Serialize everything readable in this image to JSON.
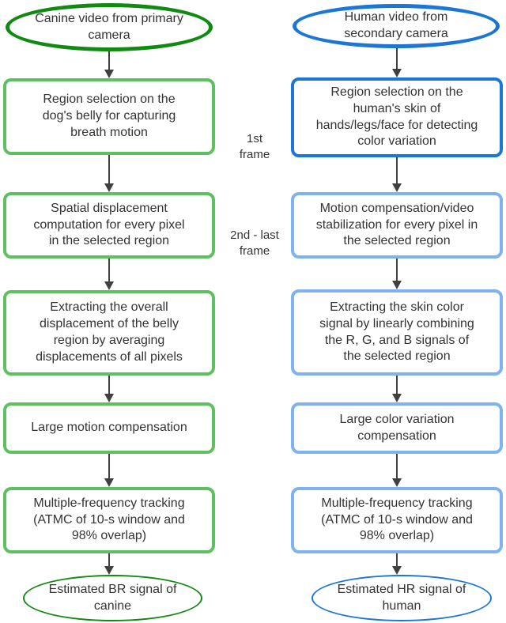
{
  "colors": {
    "green-dark": "#118a11",
    "green-light": "#5fc05f",
    "blue-dark": "#1c76d6",
    "blue-light": "#7fb3f0",
    "arrow": "#404040",
    "text": "#333333"
  },
  "canine_pipeline": {
    "source": "Canine video from primary\ncamera",
    "steps": [
      "Region selection on the\ndog's belly for capturing\nbreath motion",
      "Spatial displacement\ncomputation for every pixel\nin the selected region",
      "Extracting the overall\ndisplacement of the belly\nregion by averaging\ndisplacements of all pixels",
      "Large motion compensation",
      "Multiple-frequency tracking\n(ATMC of 10-s window and\n98% overlap)"
    ],
    "output": "Estimated BR signal of\ncanine"
  },
  "human_pipeline": {
    "source": "Human video from\nsecondary camera",
    "steps": [
      "Region selection on the\nhuman's skin of\nhands/legs/face for detecting\ncolor variation",
      "Motion compensation/video\nstabilization for every pixel in\nthe selected region",
      "Extracting the skin color\nsignal by linearly combining\nthe R, G, and B signals of\nthe selected region",
      "Large color variation\ncompensation",
      "Multiple-frequency tracking\n(ATMC of 10-s window and\n98% overlap)"
    ],
    "output": "Estimated HR signal of\nhuman"
  },
  "frame_annotations": {
    "first": "1st\nframe",
    "range": "2nd - last\nframe"
  }
}
